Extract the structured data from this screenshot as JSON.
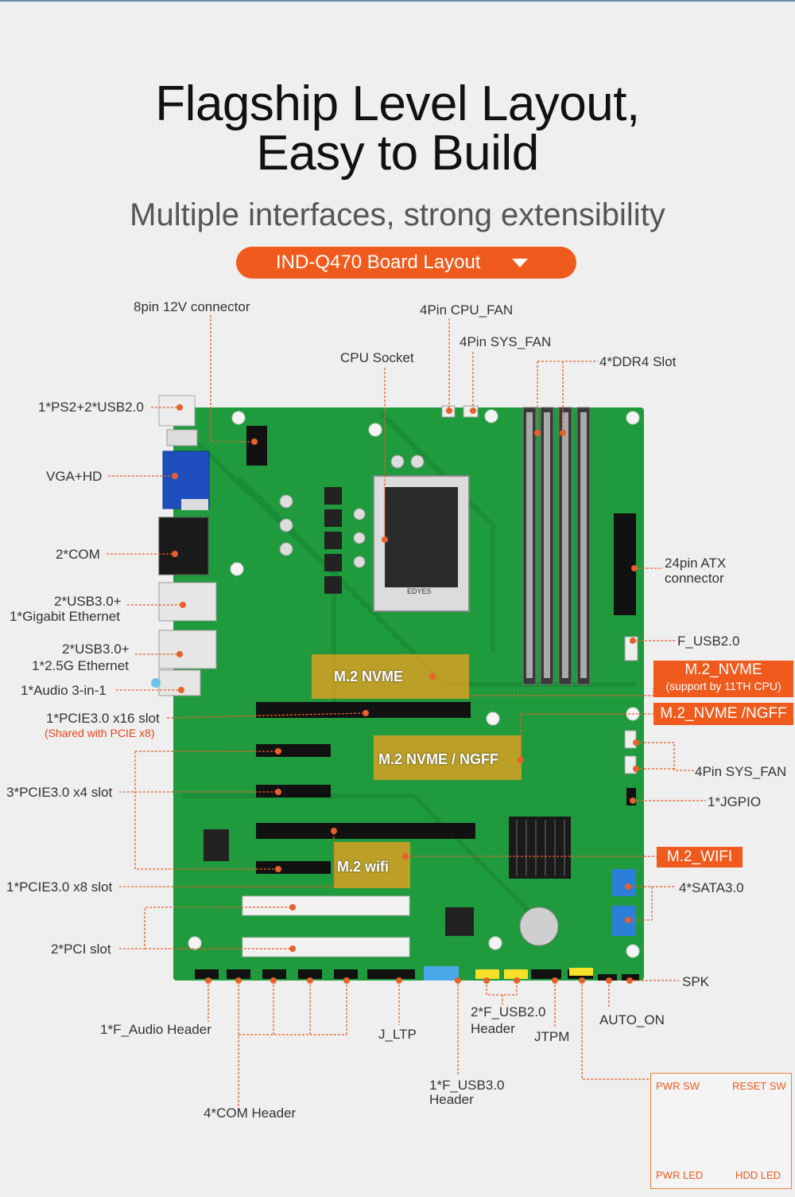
{
  "header": {
    "title_line1": "Flagship Level Layout,",
    "title_line2": "Easy to Build",
    "subtitle": "Multiple interfaces, strong extensibility",
    "board_button": "IND-Q470  Board Layout"
  },
  "board": {
    "brand_text": "EDYES"
  },
  "onboard_labels": {
    "m2_nvme": "M.2 NVME",
    "m2_nvme_ngff": "M.2 NVME / NGFF",
    "m2_wifi": "M.2 wifi"
  },
  "callouts": {
    "pin8_12v": "8pin 12V connector",
    "cpu_fan": "4Pin CPU_FAN",
    "sys_fan_top": "4Pin SYS_FAN",
    "cpu_socket": "CPU Socket",
    "ddr4": "4*DDR4 Slot",
    "ps2_usb": "1*PS2+2*USB2.0",
    "vga_hd": "VGA+HD",
    "com": "2*COM",
    "usb_gbe_1": "2*USB3.0+",
    "usb_gbe_2": "1*Gigabit Ethernet",
    "usb_25g_1": "2*USB3.0+",
    "usb_25g_2": "1*2.5G Ethernet",
    "audio": "1*Audio 3-in-1",
    "pcie16": "1*PCIE3.0 x16 slot",
    "pcie16_note": "(Shared with PCIE x8)",
    "pcie4": "3*PCIE3.0 x4 slot",
    "pcie8": "1*PCIE3.0 x8 slot",
    "pci": "2*PCI slot",
    "atx24_1": "24pin ATX",
    "atx24_2": "connector",
    "f_usb20_right": "F_USB2.0",
    "m2_nvme_tag": "M.2_NVME",
    "m2_nvme_tag_sub": "(support by 11TH CPU)",
    "m2_ngff_tag": "M.2_NVME /NGFF",
    "sys_fan_right": "4Pin SYS_FAN",
    "jgpio": "1*JGPIO",
    "m2_wifi_tag": "M.2_WIFI",
    "sata": "4*SATA3.0",
    "spk": "SPK",
    "auto_on": "AUTO_ON",
    "f_audio": "1*F_Audio Header",
    "j_ltp": "J_LTP",
    "f_usb20_bottom_1": "2*F_USB2.0",
    "f_usb20_bottom_2": "Header",
    "jtpm": "JTPM",
    "f_usb30_1": "1*F_USB3.0",
    "f_usb30_2": "Header",
    "com_header": "4*COM Header"
  },
  "front_panel": {
    "pwr_sw": "PWR SW",
    "reset_sw": "RESET SW",
    "pwr_led": "PWR LED",
    "hdd_led": "HDD  LED"
  },
  "colors": {
    "accent": "#f05a1c",
    "board": "#1f9a3c",
    "leader": "#e8602c"
  }
}
